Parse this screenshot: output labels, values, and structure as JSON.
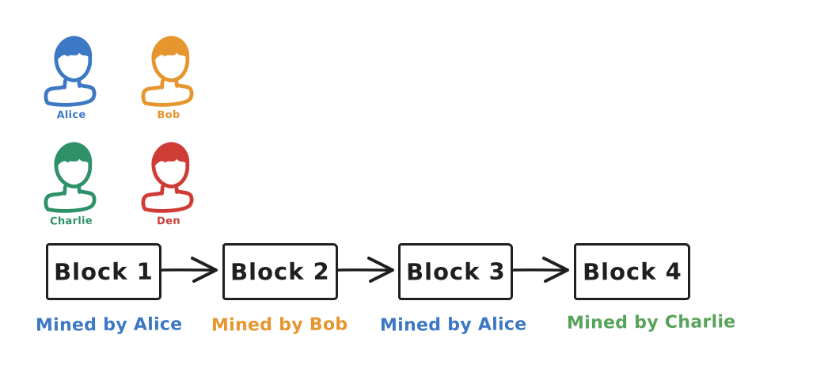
{
  "canvas": {
    "background": "#ffffff",
    "ink": "#1f1f1f"
  },
  "people": [
    {
      "name": "Alice",
      "color": "#3c78c4"
    },
    {
      "name": "Bob",
      "color": "#e6962e"
    },
    {
      "name": "Charlie",
      "color": "#2f9168"
    },
    {
      "name": "Den",
      "color": "#cf3c35"
    }
  ],
  "chain": {
    "blocks": [
      {
        "label": "Block 1",
        "caption": "Mined by Alice",
        "caption_color": "#3c78c4"
      },
      {
        "label": "Block 2",
        "caption": "Mined by Bob",
        "caption_color": "#e6962e"
      },
      {
        "label": "Block 3",
        "caption": "Mined by Alice",
        "caption_color": "#3c78c4"
      },
      {
        "label": "Block 4",
        "caption": "Mined by Charlie",
        "caption_color": "#57a35a"
      }
    ]
  }
}
